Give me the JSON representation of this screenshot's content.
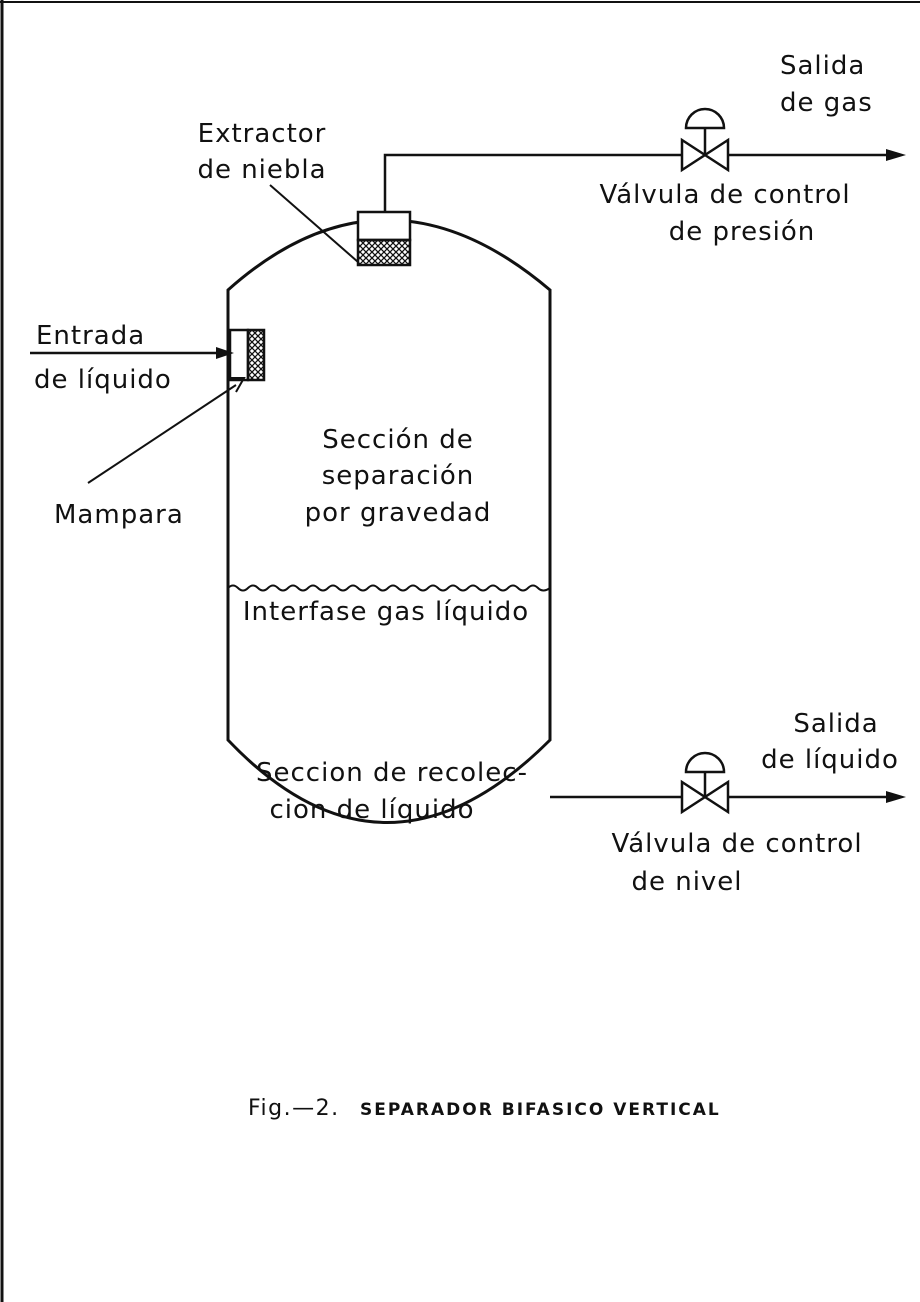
{
  "labels": {
    "extractor_line1": "Extractor",
    "extractor_line2": "de niebla",
    "entrada_line1": "Entrada",
    "entrada_line2": "de líquido",
    "mampara": "Mampara",
    "salida_gas_line1": "Salida",
    "salida_gas_line2": "de gas",
    "valvula_presion_line1": "Válvula de control",
    "valvula_presion_line2": "de presión",
    "seccion_sep_line1": "Sección de",
    "seccion_sep_line2": "separación",
    "seccion_sep_line3": "por gravedad",
    "interfase": "Interfase gas líquido",
    "seccion_rec_line1": "Seccion de recolec-",
    "seccion_rec_line2": "cion de líquido",
    "salida_liq_line1": "Salida",
    "salida_liq_line2": "de líquido",
    "valvula_nivel_line1": "Válvula de control",
    "valvula_nivel_line2": "de nivel"
  },
  "caption": {
    "prefix": "Fig.—2.",
    "title": "SEPARADOR BIFASICO VERTICAL"
  },
  "colors": {
    "ink": "#111111",
    "paper": "#ffffff"
  }
}
